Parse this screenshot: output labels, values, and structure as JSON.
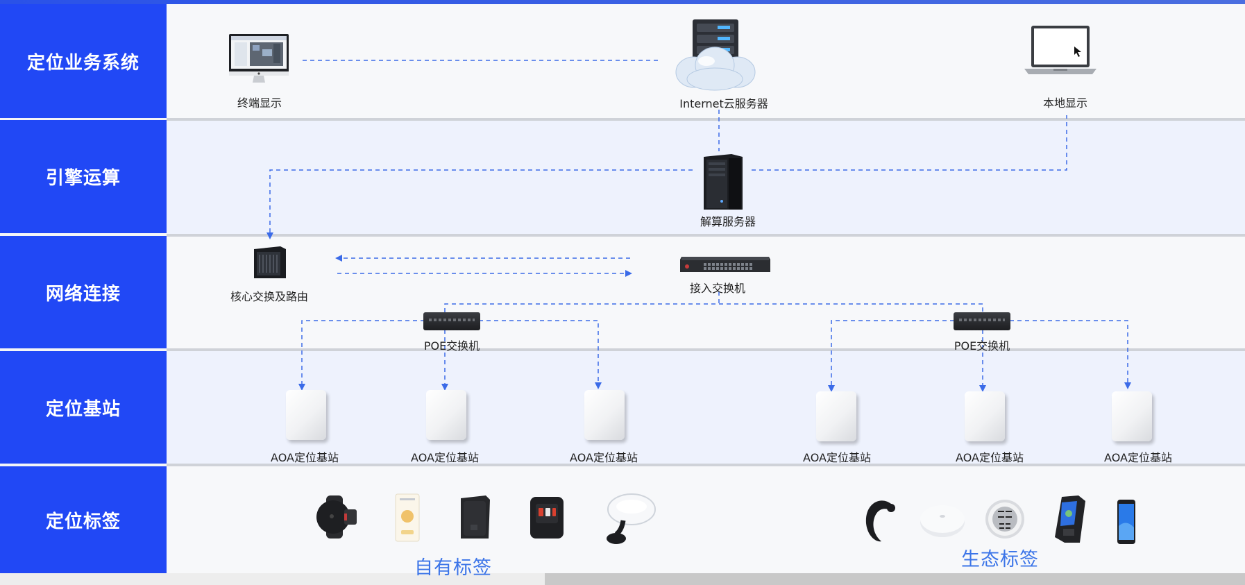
{
  "rows": [
    {
      "label": "定位业务系统"
    },
    {
      "label": "引擎运算"
    },
    {
      "label": "网络连接"
    },
    {
      "label": "定位基站"
    },
    {
      "label": "定位标签"
    }
  ],
  "devices": {
    "terminal_display": "终端显示",
    "cloud_server": "Internet云服务器",
    "local_display": "本地显示",
    "solver_server": "解算服务器",
    "core_switch": "核心交换及路由",
    "access_switch": "接入交换机",
    "poe_left": "POE交换机",
    "poe_right": "POE交换机",
    "stations": [
      "AOA定位基站",
      "AOA定位基站",
      "AOA定位基站",
      "AOA定位基站",
      "AOA定位基站",
      "AOA定位基站"
    ]
  },
  "tag_groups": {
    "own": "自有标签",
    "eco": "生态标签"
  },
  "colors": {
    "sidebar": "#2148f5",
    "link": "#3b6be8",
    "group_label": "#3b74e8"
  }
}
